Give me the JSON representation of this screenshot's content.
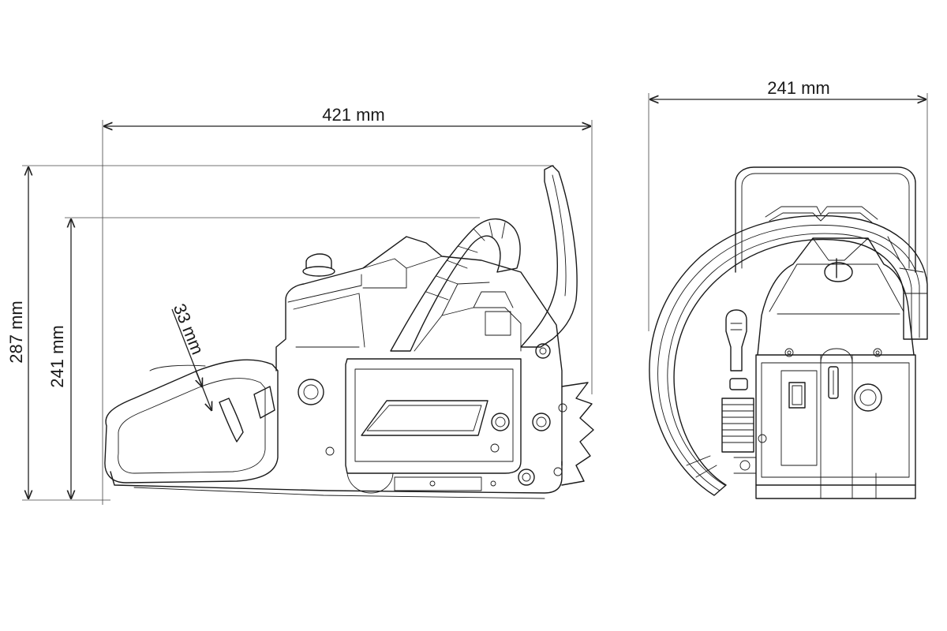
{
  "dimensions": {
    "side_length": "421 mm",
    "total_height": "287 mm",
    "body_height": "241 mm",
    "handle_width": "33 mm",
    "front_width": "241 mm"
  },
  "views": {
    "side_view": "side-view",
    "front_view": "front-view"
  }
}
